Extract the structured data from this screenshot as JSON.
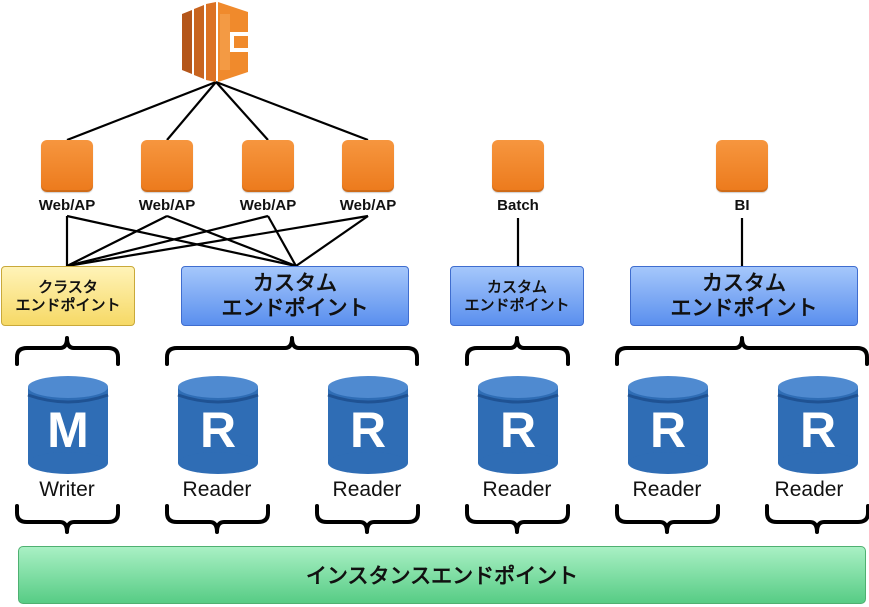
{
  "top": {
    "icon": "load-balancer-icon"
  },
  "app_nodes": [
    {
      "label": "Web/AP",
      "icon": "server-icon"
    },
    {
      "label": "Web/AP",
      "icon": "server-icon"
    },
    {
      "label": "Web/AP",
      "icon": "server-icon"
    },
    {
      "label": "Web/AP",
      "icon": "server-icon"
    },
    {
      "label": "Batch",
      "icon": "server-icon"
    },
    {
      "label": "BI",
      "icon": "server-icon"
    }
  ],
  "endpoints": {
    "cluster": "クラスタ\nエンドポイント",
    "custom_1": "カスタム\nエンドポイント",
    "custom_2": "カスタム\nエンドポイント",
    "custom_3": "カスタム\nエンドポイント",
    "instance": "インスタンスエンドポイント"
  },
  "databases": [
    {
      "letter": "M",
      "role": "Writer"
    },
    {
      "letter": "R",
      "role": "Reader"
    },
    {
      "letter": "R",
      "role": "Reader"
    },
    {
      "letter": "R",
      "role": "Reader"
    },
    {
      "letter": "R",
      "role": "Reader"
    },
    {
      "letter": "R",
      "role": "Reader"
    }
  ],
  "colors": {
    "node": "#f08a2c",
    "cluster_endpoint": "#f6d966",
    "custom_endpoint": "#5a8fee",
    "instance_endpoint": "#57cc85",
    "database": "#2f6db5"
  }
}
